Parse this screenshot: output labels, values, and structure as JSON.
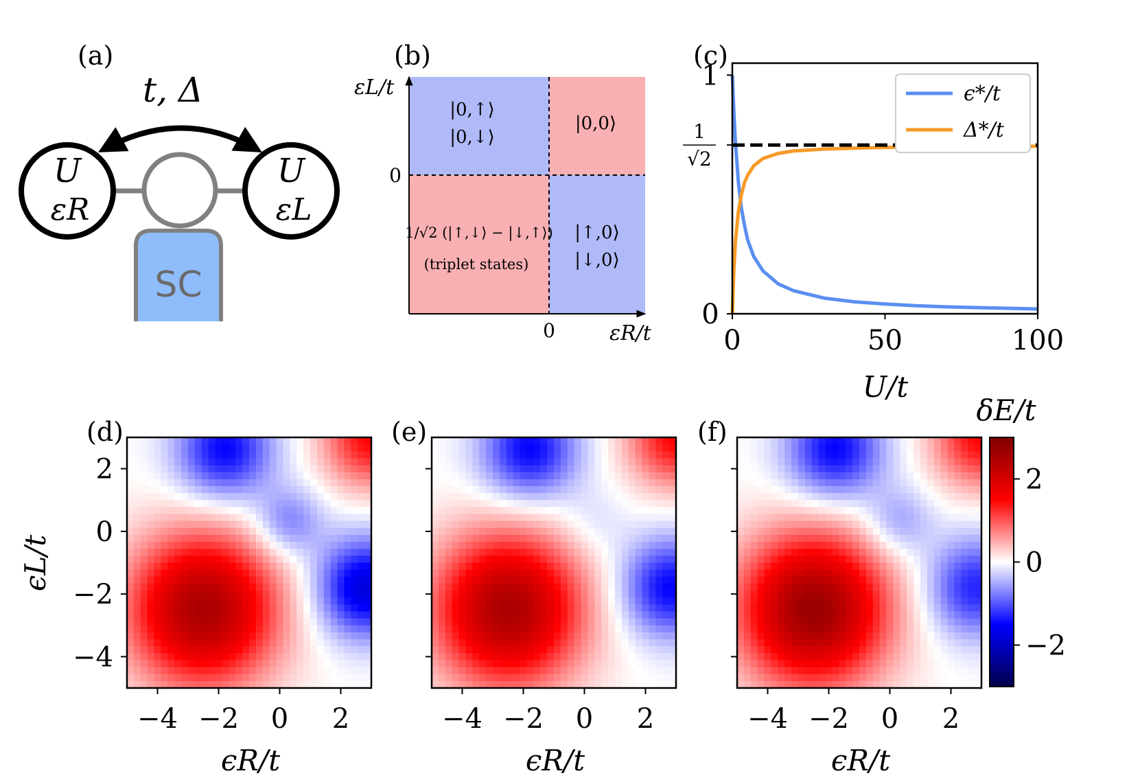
{
  "panels": {
    "a": {
      "label": "(a)",
      "coupling": "t, Δ",
      "left_dot": {
        "top": "U",
        "bottom": "εR"
      },
      "right_dot": {
        "top": "U",
        "bottom": "εL"
      },
      "sc_label": "SC",
      "colors": {
        "sc": "#8fbcfb",
        "dot": "#000000",
        "connector": "#808080"
      }
    },
    "b": {
      "label": "(b)",
      "ylabel": "εL/t",
      "xlabel": "εR/t",
      "xtick": "0",
      "ytick": "0",
      "regions": {
        "top_left": [
          "|0,↑⟩",
          "|0,↓⟩"
        ],
        "top_right": [
          "|0,0⟩"
        ],
        "bottom_left": [
          "1/√2 (|↑,↓⟩ − |↓,↑⟩)",
          "(triplet states)"
        ],
        "bottom_right": [
          "|↑,0⟩",
          "|↓,0⟩"
        ]
      },
      "colors": {
        "blue": "#b0baf8",
        "red": "#f9b0b3"
      }
    },
    "c": {
      "label": "(c)"
    },
    "d": {
      "label": "(d)"
    },
    "e": {
      "label": "(e)"
    },
    "f": {
      "label": "(f)"
    }
  },
  "chart_data": [
    {
      "panel": "c",
      "type": "line",
      "xlabel": "U/t",
      "xlim": [
        0,
        100
      ],
      "ylim": [
        0,
        1.05
      ],
      "xticks": [
        "0",
        "50",
        "100"
      ],
      "yticks": [
        {
          "value": 0,
          "label": "0"
        },
        {
          "value": 0.7071,
          "label": "1/√2"
        },
        {
          "value": 1,
          "label": "1"
        }
      ],
      "legend_position": "top-right",
      "series": [
        {
          "name": "ϵ*/t",
          "color": "#5a8ff0",
          "x": [
            0,
            0.5,
            1,
            2,
            3,
            4,
            5,
            7,
            10,
            15,
            20,
            30,
            40,
            50,
            60,
            70,
            80,
            90,
            100
          ],
          "y": [
            1.0,
            0.85,
            0.72,
            0.55,
            0.44,
            0.37,
            0.31,
            0.24,
            0.18,
            0.125,
            0.097,
            0.066,
            0.05,
            0.041,
            0.034,
            0.029,
            0.026,
            0.023,
            0.02
          ]
        },
        {
          "name": "Δ*/t",
          "color": "#f79a28",
          "x": [
            0,
            0.5,
            1,
            2,
            3,
            4,
            5,
            7,
            10,
            15,
            20,
            30,
            40,
            50,
            60,
            70,
            80,
            90,
            100
          ],
          "y": [
            0.0,
            0.18,
            0.3,
            0.43,
            0.5,
            0.55,
            0.58,
            0.62,
            0.65,
            0.672,
            0.682,
            0.69,
            0.694,
            0.697,
            0.699,
            0.7,
            0.701,
            0.702,
            0.702
          ]
        }
      ],
      "reference_line": {
        "y": 0.7071,
        "style": "dashed",
        "color": "#000000"
      }
    },
    {
      "panel": "d",
      "type": "heatmap",
      "xlabel": "ϵR/t",
      "ylabel": "ϵL/t",
      "xlim": [
        -5,
        3
      ],
      "ylim": [
        -5,
        3
      ],
      "xticks": [
        "−4",
        "−2",
        "0",
        "2"
      ],
      "yticks": [
        "−4",
        "−2",
        "0",
        "2"
      ],
      "features": {
        "max": {
          "x": -2.5,
          "y": -2.5,
          "value": 2.5
        },
        "min_top": {
          "x": -1.8,
          "y": 2.6,
          "value": -1.5
        },
        "min_right": {
          "x": 2.8,
          "y": -1.8,
          "value": -1.8
        },
        "max_topright": {
          "x": 3,
          "y": 3,
          "value": 1.5
        },
        "detuning_gap": 0.9
      }
    },
    {
      "panel": "e",
      "type": "heatmap",
      "xlabel": "ϵR/t",
      "xlim": [
        -5,
        3
      ],
      "ylim": [
        -5,
        3
      ],
      "xticks": [
        "−4",
        "−2",
        "0",
        "2"
      ],
      "features": {
        "max": {
          "x": -2.5,
          "y": -2.5,
          "value": 2.5
        },
        "min_top": {
          "x": -1.8,
          "y": 2.6,
          "value": -1.5
        },
        "min_right": {
          "x": 2.8,
          "y": -1.8,
          "value": -1.5
        },
        "max_topright": {
          "x": 3,
          "y": 3,
          "value": 1.5
        },
        "detuning_gap": 0.0
      }
    },
    {
      "panel": "f",
      "type": "heatmap",
      "xlabel": "ϵR/t",
      "xlim": [
        -5,
        3
      ],
      "ylim": [
        -5,
        3
      ],
      "xticks": [
        "−4",
        "−2",
        "0",
        "2"
      ],
      "features": {
        "max": {
          "x": -2.5,
          "y": -2.5,
          "value": 2.7
        },
        "min_top": {
          "x": -1.8,
          "y": 2.6,
          "value": -1.5
        },
        "min_right": {
          "x": 2.8,
          "y": -1.8,
          "value": -1.3
        },
        "max_topright": {
          "x": 3,
          "y": 3,
          "value": 1.5
        },
        "detuning_gap": 0.6
      },
      "colorbar": {
        "label": "δE/t",
        "range": [
          -3,
          3
        ],
        "ticks": [
          "2",
          "0",
          "−2"
        ],
        "colormap": "seismic"
      }
    }
  ]
}
